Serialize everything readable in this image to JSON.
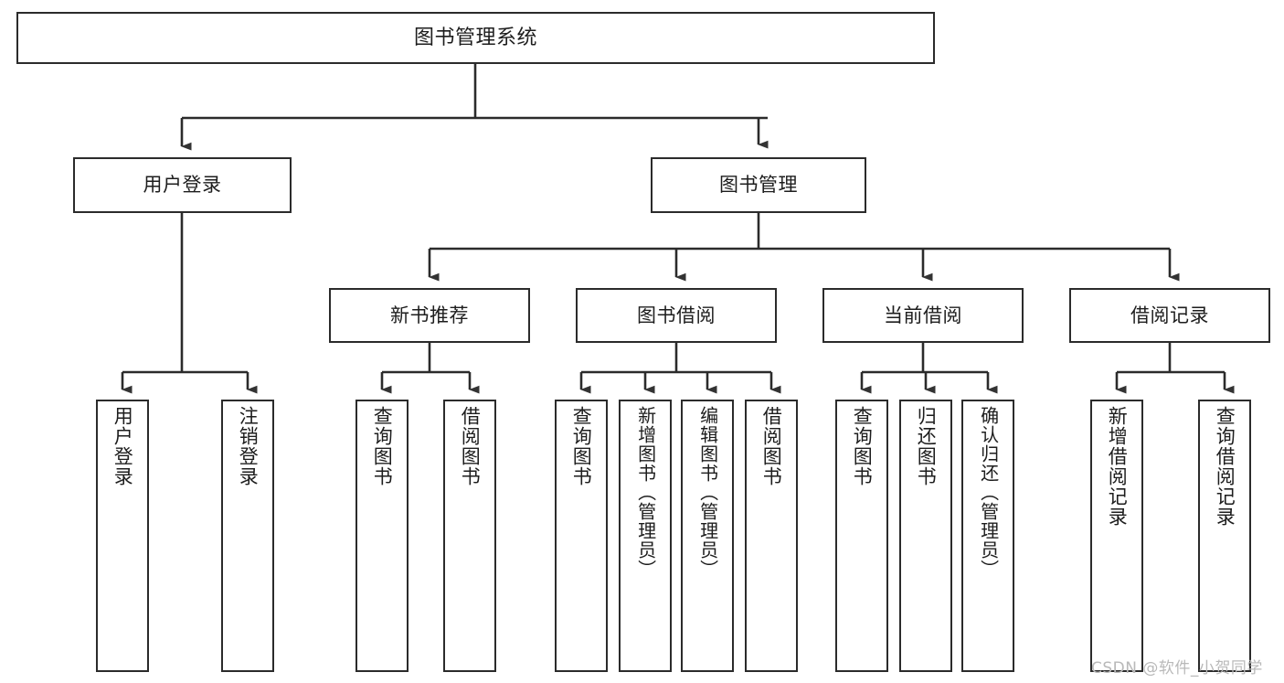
{
  "diagram": {
    "type": "tree",
    "title": "图书管理系统",
    "watermark": "CSDN @软件_小贺同学",
    "colors": {
      "stroke": "#2b2b2b",
      "fill": "#ffffff",
      "text": "#1d1d1d",
      "arrow": "#333333",
      "watermark": "#b9b9b9"
    },
    "nodes": {
      "root": "图书管理系统",
      "level1": [
        "用户登录",
        "图书管理"
      ],
      "level2": [
        "新书推荐",
        "图书借阅",
        "当前借阅",
        "借阅记录"
      ],
      "leaves": {
        "user_login": [
          "用户登录",
          "注销登录"
        ],
        "new_book": [
          "查询图书",
          "借阅图书"
        ],
        "book_borrow": [
          "查询图书",
          "新增图书（管理员）",
          "编辑图书（管理员）",
          "借阅图书"
        ],
        "current_borrow": [
          "查询图书",
          "归还图书",
          "确认归还（管理员）"
        ],
        "borrow_record": [
          "新增借阅记录",
          "查询借阅记录"
        ]
      }
    }
  }
}
